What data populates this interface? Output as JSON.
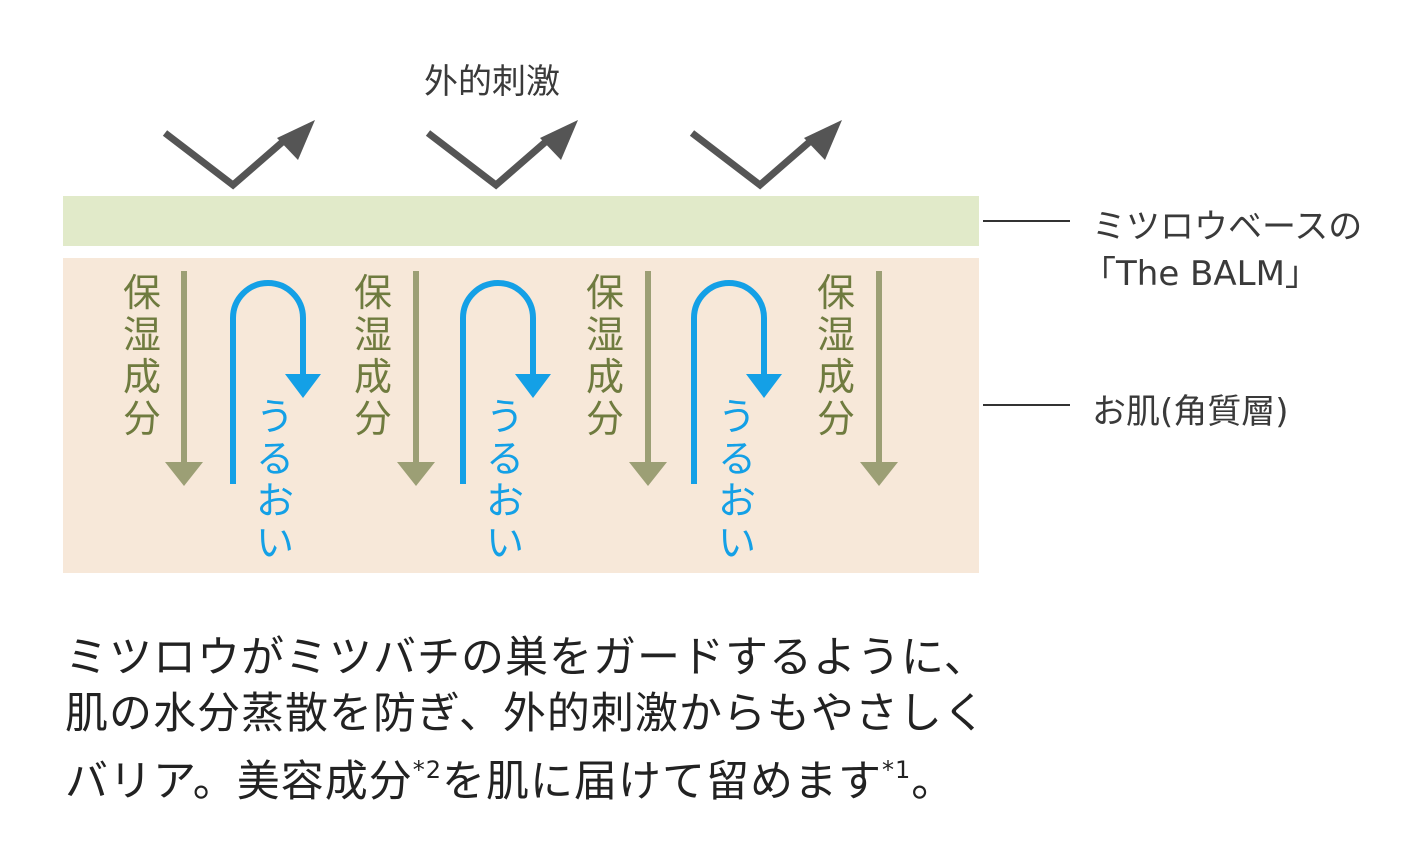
{
  "colors": {
    "balm_layer": "#e1eac9",
    "skin_layer": "#f7e8d9",
    "moist_arrow": "#9c9f75",
    "moist_text": "#6f7b3f",
    "hydration_arrow": "#14a0e6",
    "stimulus_arrow": "#555555",
    "leader_line": "#333333",
    "text": "#222222"
  },
  "icons": [
    "bounce-arrow-icon",
    "down-arrow-icon",
    "u-turn-arrow-icon"
  ],
  "title": "外的刺激",
  "labels": {
    "balm_line1": "ミツロウベースの",
    "balm_line2": "「The BALM」",
    "skin": "お肌(角質層)"
  },
  "columns": {
    "moisture": "保湿成分",
    "hydration": "うるおい"
  },
  "caption": {
    "line1": "ミツロウがミツバチの巣をガードするように、",
    "line2": "肌の水分蒸散を防ぎ、外的刺激からもやさしく",
    "line3_a": "バリア。美容成分",
    "note2": "*2",
    "line3_b": "を肌に届けて留めます",
    "note1": "*1",
    "line3_c": "。"
  }
}
